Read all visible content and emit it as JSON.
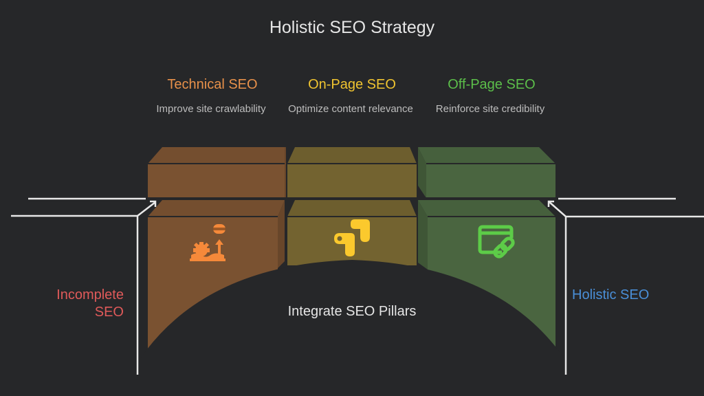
{
  "title": "Holistic SEO Strategy",
  "pillars": [
    {
      "name": "Technical SEO",
      "description": "Improve site crawlability",
      "icon": "gear-database-icon",
      "title_color": "#e8914a",
      "box_color": "#7a5231",
      "icon_color": "#f5893a"
    },
    {
      "name": "On-Page SEO",
      "description": "Optimize content relevance",
      "icon": "analytics-icon",
      "title_color": "#f0c430",
      "box_color": "#736330",
      "icon_color": "#fbc92d"
    },
    {
      "name": "Off-Page SEO",
      "description": "Reinforce site credibility",
      "icon": "browser-link-icon",
      "title_color": "#5cbf4a",
      "box_color": "#4a6540",
      "icon_color": "#5dcc48"
    }
  ],
  "left_label": "Incomplete SEO",
  "left_label_lines": [
    "Incomplete",
    "SEO"
  ],
  "left_label_color": "#e05a5a",
  "right_label": "Holistic SEO",
  "right_label_color": "#4a8fd8",
  "center_label": "Integrate SEO Pillars",
  "line_color": "#e8e8e8",
  "background": "#262729"
}
